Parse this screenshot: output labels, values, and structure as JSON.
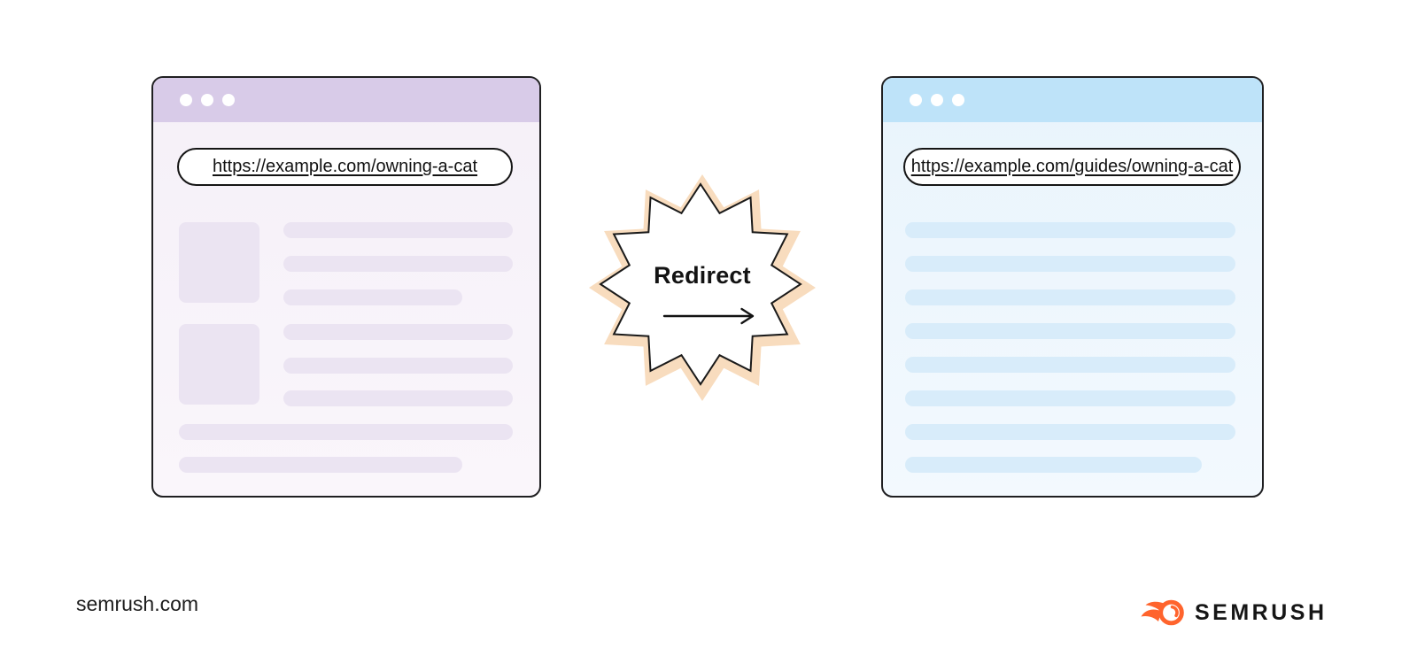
{
  "colors": {
    "purple-header": "#d8cbe8",
    "purple-block": "#ebe4f2",
    "blue-header": "#bee3f9",
    "blue-block": "#d8ecfa",
    "window-border": "#1f1f21",
    "star-glow": "#f8dcbe",
    "brand-orange": "#ff642d"
  },
  "windows": {
    "original": {
      "url": "https://example.com/owning-a-cat"
    },
    "destination": {
      "url": "https://example.com/guides/owning-a-cat"
    }
  },
  "redirect": {
    "label": "Redirect",
    "arrow": "right-arrow"
  },
  "footer": {
    "site": "semrush.com",
    "brand": "SEMRUSH"
  }
}
